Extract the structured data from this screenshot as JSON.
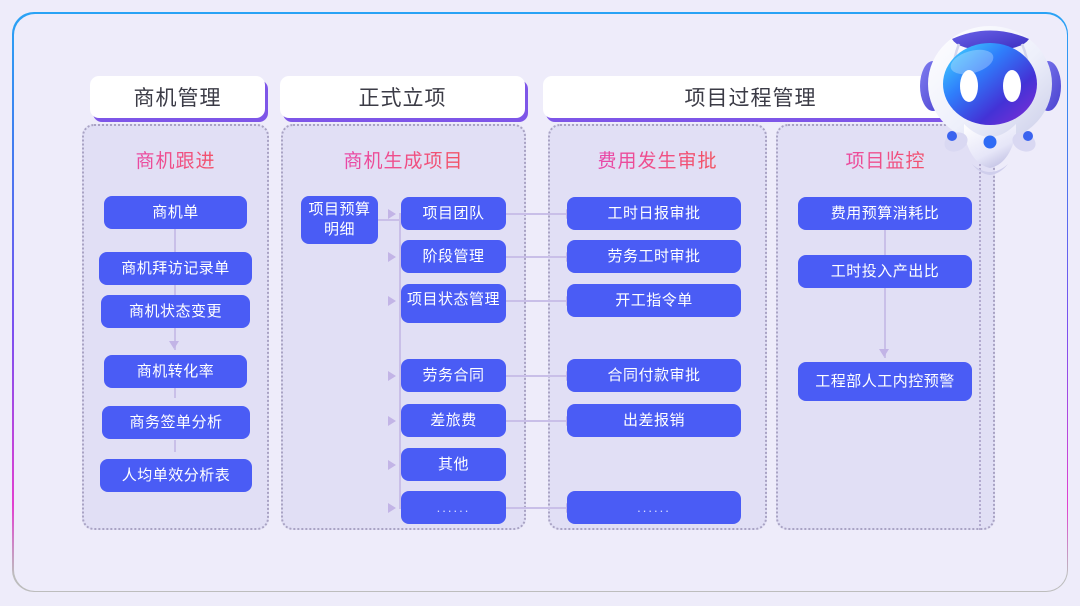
{
  "meta": {
    "title": "项目管理流程图",
    "accent_box": "#4a5cf5",
    "panel_bg": "#e1dff5",
    "page_bg": "#eeecfa",
    "title_gradient_from": "#e040c8",
    "title_gradient_to": "#f5553f",
    "tab_shadow": "#7e56e8"
  },
  "tabs": [
    {
      "label": "商机管理"
    },
    {
      "label": "正式立项"
    },
    {
      "label": "项目过程管理"
    }
  ],
  "panels": [
    {
      "title": "商机跟进",
      "nodes": [
        {
          "label": "商机单"
        },
        {
          "label": "商机拜访记录单"
        },
        {
          "label": "商机状态变更"
        },
        {
          "label": "商机转化率"
        },
        {
          "label": "商务签单分析"
        },
        {
          "label": "人均单效分析表"
        }
      ]
    },
    {
      "title": "商机生成项目",
      "root": {
        "label": "项目预算明细"
      },
      "nodes": [
        {
          "label": "项目团队"
        },
        {
          "label": "阶段管理"
        },
        {
          "label": "项目状态管理"
        },
        {
          "label": "劳务合同"
        },
        {
          "label": "差旅费"
        },
        {
          "label": "其他"
        },
        {
          "label": "......"
        }
      ]
    },
    {
      "title": "费用发生审批",
      "nodes": [
        {
          "label": "工时日报审批"
        },
        {
          "label": "劳务工时审批"
        },
        {
          "label": "开工指令单"
        },
        {
          "label": "合同付款审批"
        },
        {
          "label": "出差报销"
        },
        {
          "label": "......"
        }
      ]
    },
    {
      "title": "项目监控",
      "nodes": [
        {
          "label": "费用预算消耗比"
        },
        {
          "label": "工时投入产出比"
        },
        {
          "label": "工程部人工内控预警"
        }
      ]
    }
  ],
  "mascot": {
    "name": "robot-assistant"
  }
}
